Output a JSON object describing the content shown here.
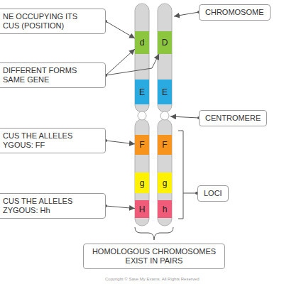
{
  "diagram": {
    "nodes": [
      {
        "text": [
          "NE OCCUPYING ITS CUS (POSITION)"
        ]
      },
      {
        "text": [
          "CHROMOSOME"
        ]
      },
      {
        "text": [
          "d"
        ]
      },
      {
        "text": [
          "D"
        ]
      },
      {
        "text": [
          "DIFFERENT FORMS SAME GENE"
        ]
      },
      {
        "text": [
          "E"
        ]
      },
      {
        "text": [
          "E"
        ]
      },
      {
        "text": [
          "CENTROMERE"
        ]
      },
      {
        "text": [
          "CUS THE ALLELES YGOUS: FF"
        ]
      },
      {
        "text": [
          "F"
        ]
      },
      {
        "text": [
          "F"
        ]
      },
      {
        "text": [
          "LOCI"
        ]
      },
      {
        "text": [
          "g"
        ]
      },
      {
        "text": [
          "g"
        ]
      },
      {
        "text": [
          "CUS THE ALLELES ZYGOUS: Hh"
        ]
      },
      {
        "text": [
          "H"
        ]
      },
      {
        "text": [
          "h"
        ]
      },
      {
        "text": [
          "HOMOLOGOUS CHROMOSOMES EXIST IN PAIRS"
        ]
      }
    ],
    "edges": [
      {
        "from": 0,
        "to": 2,
        "arrow": "to"
      },
      {
        "from": 4,
        "to": 2,
        "arrow": "to"
      },
      {
        "from": 4,
        "to": 3,
        "arrow": "to"
      },
      {
        "from": 8,
        "to": 9,
        "arrow": "to"
      },
      {
        "from": 14,
        "to": 15,
        "arrow": "to"
      }
    ],
    "labels": [
      "Copyright © Save My Exams. All Rights Reserved"
    ]
  }
}
